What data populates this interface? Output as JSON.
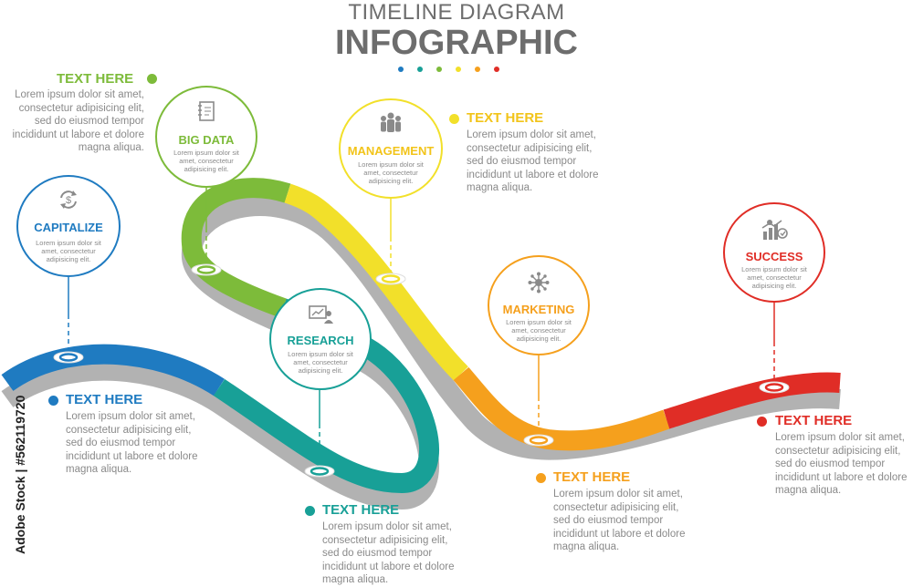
{
  "header": {
    "title_top": "TIMELINE DIAGRAM",
    "title_main": "INFOGRAPHIC",
    "dot_colors": [
      "#1f7bc1",
      "#18a097",
      "#7dbb3a",
      "#f2e02a",
      "#f5a01d",
      "#e02d26"
    ]
  },
  "colors": {
    "blue": "#1f7bc1",
    "teal": "#18a097",
    "green": "#7dbb3a",
    "yellow": "#f2e02a",
    "orange": "#f5a01d",
    "red": "#e02d26"
  },
  "steps": [
    {
      "key": "capitalize",
      "title": "CAPITALIZE",
      "icon": "dollar-cycle-icon",
      "circle_text": "Lorem ipsum dolor sit amet, consectetur adipisicing elit.",
      "heading": "TEXT HERE",
      "paragraph": "Lorem ipsum dolor sit amet, consectetur adipisicing elit, sed do eiusmod tempor incididunt ut labore et dolore magna aliqua.",
      "color": "#1f7bc1"
    },
    {
      "key": "big-data",
      "title": "BIG DATA",
      "icon": "notebook-icon",
      "circle_text": "Lorem ipsum dolor sit amet, consectetur adipisicing elit.",
      "heading": "TEXT HERE",
      "paragraph": "Lorem ipsum dolor sit amet, consectetur adipisicing elit, sed do eiusmod tempor incididunt ut labore et dolore magna aliqua.",
      "color": "#7dbb3a"
    },
    {
      "key": "research",
      "title": "RESEARCH",
      "icon": "presentation-icon",
      "circle_text": "Lorem ipsum dolor sit amet, consectetur adipisicing elit.",
      "heading": "TEXT HERE",
      "paragraph": "Lorem ipsum dolor sit amet, consectetur adipisicing elit, sed do eiusmod tempor incididunt ut labore et dolore magna aliqua.",
      "color": "#18a097"
    },
    {
      "key": "management",
      "title": "MANAGEMENT",
      "icon": "team-icon",
      "circle_text": "Lorem ipsum dolor sit amet, consectetur adipisicing elit.",
      "heading": "TEXT HERE",
      "paragraph": "Lorem ipsum dolor sit amet, consectetur adipisicing elit, sed do eiusmod tempor incididunt ut labore et dolore magna aliqua.",
      "color": "#f2e02a"
    },
    {
      "key": "marketing",
      "title": "MARKETING",
      "icon": "network-icon",
      "circle_text": "Lorem ipsum dolor sit amet, consectetur adipisicing elit.",
      "heading": "TEXT HERE",
      "paragraph": "Lorem ipsum dolor sit amet, consectetur adipisicing elit, sed do eiusmod tempor incididunt ut labore et dolore magna aliqua.",
      "color": "#f5a01d"
    },
    {
      "key": "success",
      "title": "SUCCESS",
      "icon": "growth-chart-icon",
      "circle_text": "Lorem ipsum dolor sit amet, consectetur adipisicing elit.",
      "heading": "TEXT HERE",
      "paragraph": "Lorem ipsum dolor sit amet, consectetur adipisicing elit, sed do eiusmod tempor incididunt ut labore et dolore magna aliqua.",
      "color": "#e02d26"
    }
  ],
  "watermark": {
    "stock_label": "Adobe Stock | #562119720"
  }
}
